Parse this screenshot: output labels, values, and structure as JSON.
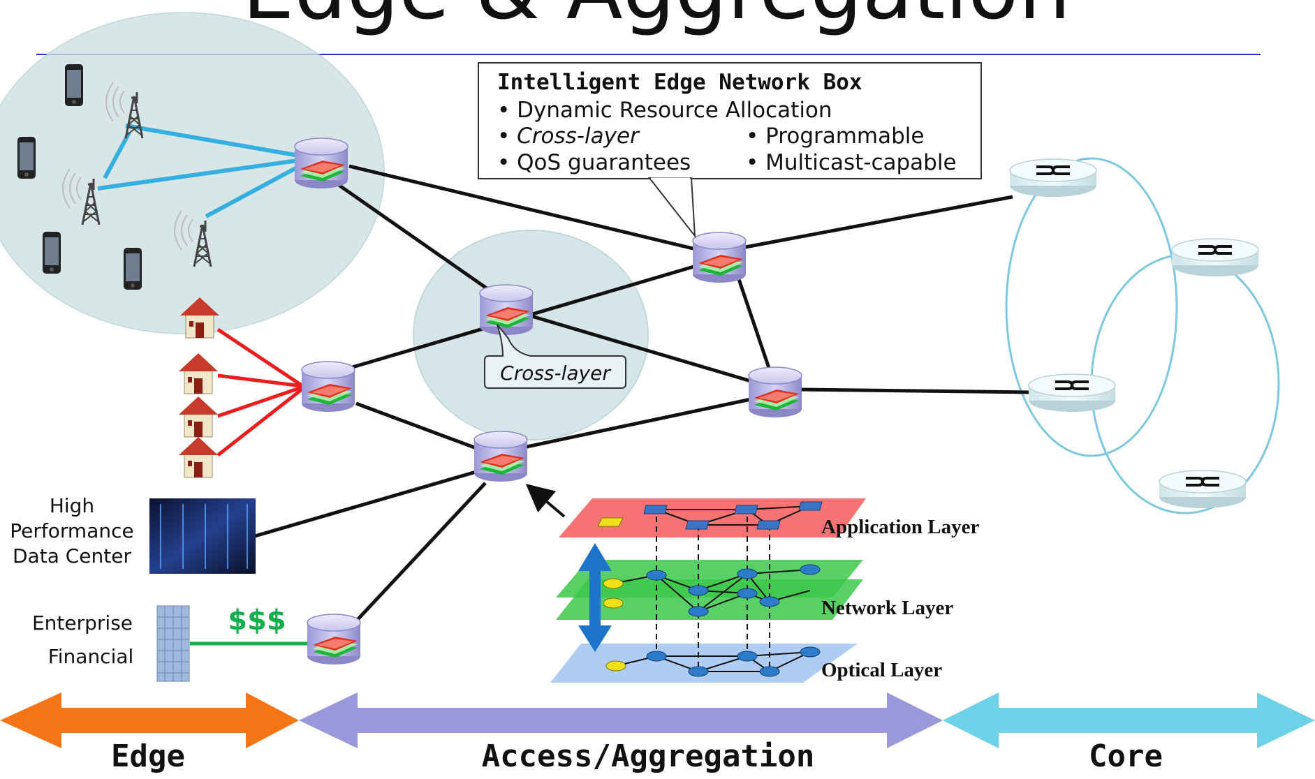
{
  "slide": {
    "title": "Edge & Aggregation"
  },
  "callout": {
    "title": "Intelligent Edge Network Box",
    "items": [
      "• Dynamic Resource Allocation",
      "• Cross-layer",
      "• Programmable",
      "• QoS guarantees",
      "• Multicast-capable"
    ]
  },
  "cross_layer_label": "Cross-layer",
  "datacenter": {
    "line1": "High",
    "line2": "Performance",
    "line3": "Data Center"
  },
  "enterprise": {
    "line1": "Enterprise",
    "line2": "Financial",
    "money": "$$$"
  },
  "layers": {
    "application": "Application Layer",
    "network": "Network Layer",
    "optical": "Optical Layer"
  },
  "zones": {
    "edge": "Edge",
    "access": "Access/Aggregation",
    "core": "Core"
  },
  "colors": {
    "title_rule": "#1f2fbf",
    "wireless_link": "#35aee0",
    "home_link": "#ee1c1c",
    "enterprise_link": "#19b04b",
    "core_ring": "#7ec8df",
    "edge_arrow": "#f57416",
    "access_arrow": "#9a98db",
    "core_arrow": "#6dd1e8",
    "app_layer": "#f46b6b",
    "net_layer": "#3cc84a",
    "opt_layer": "#a6c6f2"
  }
}
